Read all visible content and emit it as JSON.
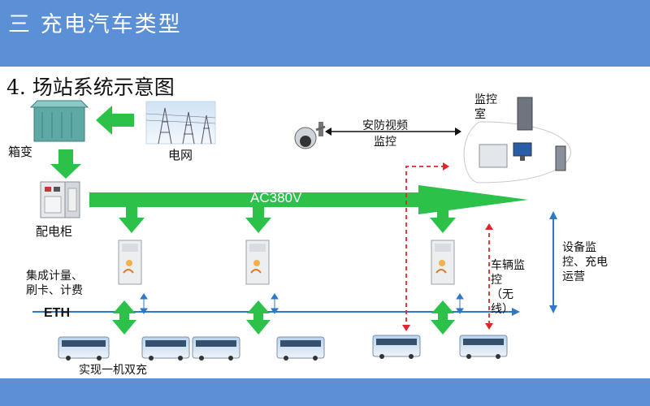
{
  "header": {
    "title": "三  充电汽车类型"
  },
  "subtitle": "4.  场站系统示意图",
  "labels": {
    "transformer": "箱变",
    "grid": "电网",
    "distribution_cabinet": "配电柜",
    "ac_bus": "AC380V",
    "security_video": "安防视频",
    "monitoring": "监控",
    "monitor_room": "监控室",
    "metering": "集成计量、",
    "card_billing": "刷卡、计费",
    "eth": "ETH",
    "dual_charge": "实现一机双充",
    "vehicle_monitor_line1": "车辆监",
    "vehicle_monitor_line2": "控",
    "wireless_line1": "（无",
    "wireless_line2": "线）",
    "device_monitor": "设备监控、充电运营"
  },
  "colors": {
    "header": "#5b8fd6",
    "green_arrow": "#2cc24a",
    "blue_line": "#2f78c8",
    "red_dashed": "#e0262b",
    "bus_body": "#dfe8f2"
  }
}
